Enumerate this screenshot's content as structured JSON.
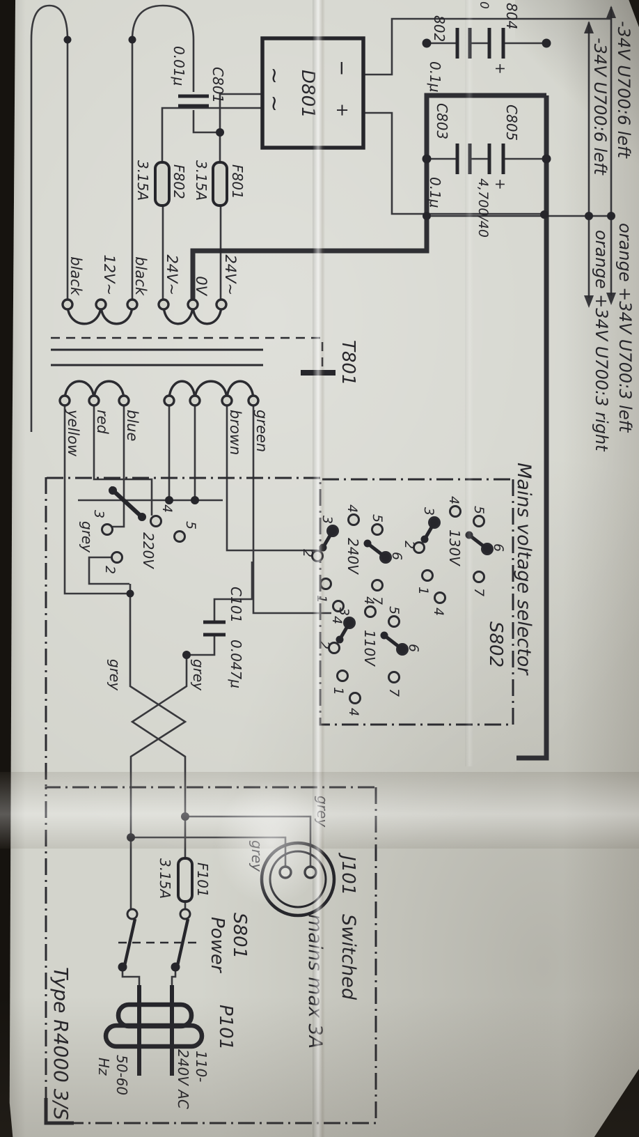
{
  "rails": {
    "neg_rail_1": "-34V  U700:6 left",
    "neg_rail_2": "-34V  U700:6 left",
    "pos_rail_left": "orange +34V  U700:3 left",
    "pos_rail_right": "orange +34V  U700:3 right"
  },
  "capacitors": {
    "c804_label": "804",
    "c804_value_cut": "0",
    "c804_plus": "+",
    "c805_label": "C805",
    "c805_value": "4,700/40",
    "c805_plus": "+",
    "c802_label": "802",
    "c802_value": "0.1μ",
    "c803_label": "C803",
    "c803_value": "0.1μ",
    "c801_label": "C801",
    "c801_value": "0.01μ",
    "c101_label": "C101",
    "c101_value": "0.047μ"
  },
  "rectifier": {
    "label": "D801",
    "minus": "−",
    "plus": "+",
    "ac1": "~",
    "ac2": "~"
  },
  "fuses": {
    "f801_label": "F801",
    "f801_value": "3.15A",
    "f802_label": "F802",
    "f802_value": "3.15A",
    "f101_label": "F101",
    "f101_value": "3.15A"
  },
  "transformer": {
    "label": "T801",
    "secondary": [
      "24V~",
      "0V",
      "24V~",
      "black",
      "12V~",
      "black"
    ],
    "primary": [
      "green",
      "brown",
      "blue",
      "red",
      "yellow"
    ],
    "tap_wire": "grey"
  },
  "selector": {
    "title": "Mains voltage selector",
    "designator": "S802",
    "wafers": [
      {
        "voltage": "130V",
        "contacts": [
          "5",
          "6",
          "7",
          "4",
          "3",
          "2",
          "1",
          "4"
        ]
      },
      {
        "voltage": "240V",
        "contacts": [
          "5",
          "6",
          "7",
          "4",
          "3",
          "2",
          "1",
          "4"
        ]
      },
      {
        "voltage": "110V",
        "contacts": [
          "5",
          "6",
          "7",
          "4",
          "3",
          "2",
          "1",
          "4"
        ]
      }
    ],
    "tap": {
      "voltage": "220V",
      "c5": "5",
      "c4": "4",
      "c3": "3",
      "c2": "2"
    }
  },
  "wires": {
    "grey_a": "grey",
    "grey_b": "grey",
    "grey_c": "grey",
    "grey_d": "grey"
  },
  "switched_section": {
    "j101": "J101",
    "note_line1": "Switched",
    "note_line2": "mains max 3A",
    "s801": "S801",
    "s801_function": "Power",
    "p101": "P101",
    "voltage_range_1": "110-",
    "voltage_range_2": "240V AC",
    "freq_1": "50-60",
    "freq_2": "Hz"
  },
  "footer": {
    "type_label": "Type R4000 3/S"
  }
}
